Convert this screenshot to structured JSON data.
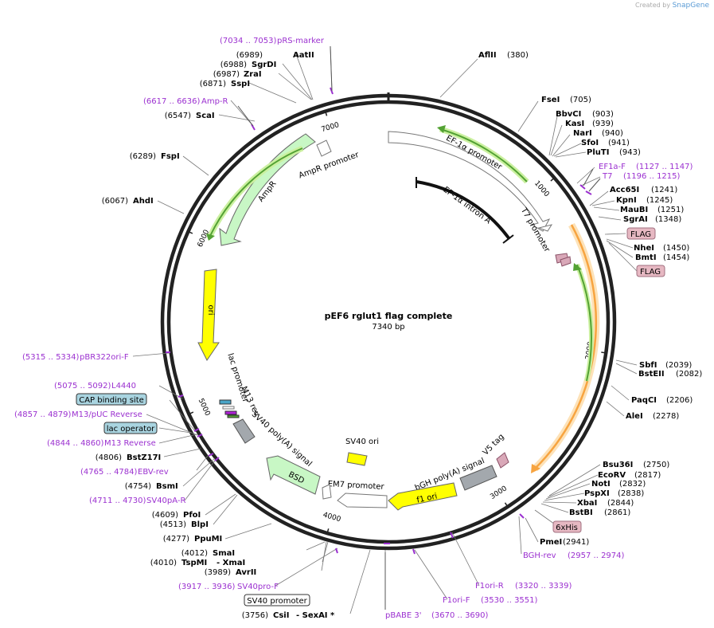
{
  "credit": {
    "created_by": "Created by",
    "brand": "SnapGene"
  },
  "plasmid": {
    "name": "pEF6 rglut1 flag complete",
    "length_label": "7340 bp",
    "length": 7340
  },
  "ticks": [
    {
      "bp": 1000,
      "label": "1000"
    },
    {
      "bp": 2000,
      "label": "2000"
    },
    {
      "bp": 3000,
      "label": "3000"
    },
    {
      "bp": 4000,
      "label": "4000"
    },
    {
      "bp": 5000,
      "label": "5000"
    },
    {
      "bp": 6000,
      "label": "6000"
    },
    {
      "bp": 7000,
      "label": "7000"
    }
  ],
  "colors": {
    "enzyme_text": "#000000",
    "site_text": "#9b30d0",
    "boxed_label": "#e6b8c2",
    "orange_arc": "#f7a440",
    "green_arc": "#53a233",
    "promoter_fill": "#ffffff",
    "ori_fill": "#ffff00",
    "ampr_fill": "#c8f7c5",
    "grey_feature": "#a3a8ad"
  },
  "enzymes": [
    {
      "name": "AflII",
      "pos": "(380)",
      "side": "right"
    },
    {
      "name": "FseI",
      "pos": "(705)",
      "side": "right"
    },
    {
      "name": "BbvCI",
      "pos": "(903)",
      "side": "right"
    },
    {
      "name": "KasI",
      "pos": "(939)",
      "side": "right"
    },
    {
      "name": "NarI",
      "pos": "(940)",
      "side": "right"
    },
    {
      "name": "SfoI",
      "pos": "(941)",
      "side": "right"
    },
    {
      "name": "PluTI",
      "pos": "(943)",
      "side": "right"
    },
    {
      "name": "Acc65I",
      "pos": "(1241)",
      "side": "right"
    },
    {
      "name": "KpnI",
      "pos": "(1245)",
      "side": "right"
    },
    {
      "name": "MauBI",
      "pos": "(1251)",
      "side": "right"
    },
    {
      "name": "SgrAI",
      "pos": "(1348)",
      "side": "right"
    },
    {
      "name": "NheI",
      "pos": "(1450)",
      "side": "right"
    },
    {
      "name": "BmtI",
      "pos": "(1454)",
      "side": "right"
    },
    {
      "name": "SbfI",
      "pos": "(2039)",
      "side": "right"
    },
    {
      "name": "BstEII",
      "pos": "(2082)",
      "side": "right"
    },
    {
      "name": "PaqCI",
      "pos": "(2206)",
      "side": "right"
    },
    {
      "name": "AleI",
      "pos": "(2278)",
      "side": "right"
    },
    {
      "name": "Bsu36I",
      "pos": "(2750)",
      "side": "right"
    },
    {
      "name": "EcoRV",
      "pos": "(2817)",
      "side": "right"
    },
    {
      "name": "NotI",
      "pos": "(2832)",
      "side": "right"
    },
    {
      "name": "PspXI",
      "pos": "(2838)",
      "side": "right"
    },
    {
      "name": "XbaI",
      "pos": "(2844)",
      "side": "right"
    },
    {
      "name": "BstBI",
      "pos": "(2861)",
      "side": "right"
    },
    {
      "name": "PmeI",
      "pos": "(2941)",
      "side": "right"
    },
    {
      "name": "AatII",
      "pos": "(6989)",
      "side": "left"
    },
    {
      "name": "SgrDI",
      "pos": "(6988)",
      "side": "left"
    },
    {
      "name": "ZraI",
      "pos": "(6987)",
      "side": "left"
    },
    {
      "name": "SspI",
      "pos": "(6871)",
      "side": "left"
    },
    {
      "name": "ScaI",
      "pos": "(6547)",
      "side": "left"
    },
    {
      "name": "FspI",
      "pos": "(6289)",
      "side": "left"
    },
    {
      "name": "AhdI",
      "pos": "(6067)",
      "side": "left"
    },
    {
      "name": "BstZ17I",
      "pos": "(4806)",
      "side": "left"
    },
    {
      "name": "BsmI",
      "pos": "(4754)",
      "side": "left"
    },
    {
      "name": "PfoI",
      "pos": "(4609)",
      "side": "left"
    },
    {
      "name": "BlpI",
      "pos": "(4513)",
      "side": "left"
    },
    {
      "name": "PpuMI",
      "pos": "(4277)",
      "side": "left"
    },
    {
      "name": "SmaI",
      "pos": "(4012)",
      "side": "left"
    },
    {
      "name": "TspMI",
      "pos": "(4010)",
      "side": "left",
      "extra": "- XmaI"
    },
    {
      "name": "AvrII",
      "pos": "(3989)",
      "side": "left"
    },
    {
      "name": "CsiI",
      "pos": "(3756)",
      "side": "left",
      "extra": "- SexAI *"
    }
  ],
  "sites": [
    {
      "name": "pRS-marker",
      "range": "(7034 .. 7053)"
    },
    {
      "name": "Amp-R",
      "range": "(6617 .. 6636)"
    },
    {
      "name": "EF1a-F",
      "range": "(1127 .. 1147)"
    },
    {
      "name": "T7",
      "range": "(1196 .. 1215)"
    },
    {
      "name": "pBR322ori-F",
      "range": "(5315 .. 5334)"
    },
    {
      "name": "L4440",
      "range": "(5075 .. 5092)"
    },
    {
      "name": "M13/pUC Reverse",
      "range": "(4857 .. 4879)"
    },
    {
      "name": "M13 Reverse",
      "range": "(4844 .. 4860)"
    },
    {
      "name": "EBV-rev",
      "range": "(4765 .. 4784)"
    },
    {
      "name": "SV40pA-R",
      "range": "(4711 .. 4730)"
    },
    {
      "name": "SV40pro-F",
      "range": "(3917 .. 3936)"
    },
    {
      "name": "BGH-rev",
      "range": "(2957 .. 2974)"
    },
    {
      "name": "F1ori-R",
      "range": "(3320 .. 3339)"
    },
    {
      "name": "F1ori-F",
      "range": "(3530 .. 3551)"
    },
    {
      "name": "pBABE 3'",
      "range": "(3670 .. 3690)"
    }
  ],
  "boxed": [
    {
      "label": "FLAG",
      "kind": "pink"
    },
    {
      "label": "FLAG",
      "kind": "pink"
    },
    {
      "label": "6xHis",
      "kind": "pink"
    },
    {
      "label": "CAP binding site",
      "kind": "blue"
    },
    {
      "label": "lac operator",
      "kind": "blue"
    },
    {
      "label": "SV40 promoter",
      "kind": "white"
    }
  ],
  "features": [
    {
      "label": "EF-1α promoter"
    },
    {
      "label": "EF-1α intron A"
    },
    {
      "label": "T7 promoter"
    },
    {
      "label": "AmpR promoter"
    },
    {
      "label": "AmpR"
    },
    {
      "label": "ori"
    },
    {
      "label": "lac promoter"
    },
    {
      "label": "M13 rev"
    },
    {
      "label": "SV40 poly(A) signal"
    },
    {
      "label": "SV40 ori"
    },
    {
      "label": "BSD"
    },
    {
      "label": "EM7 promoter"
    },
    {
      "label": "bGH poly(A) signal"
    },
    {
      "label": "V5 tag"
    },
    {
      "label": "f1 ori"
    }
  ]
}
